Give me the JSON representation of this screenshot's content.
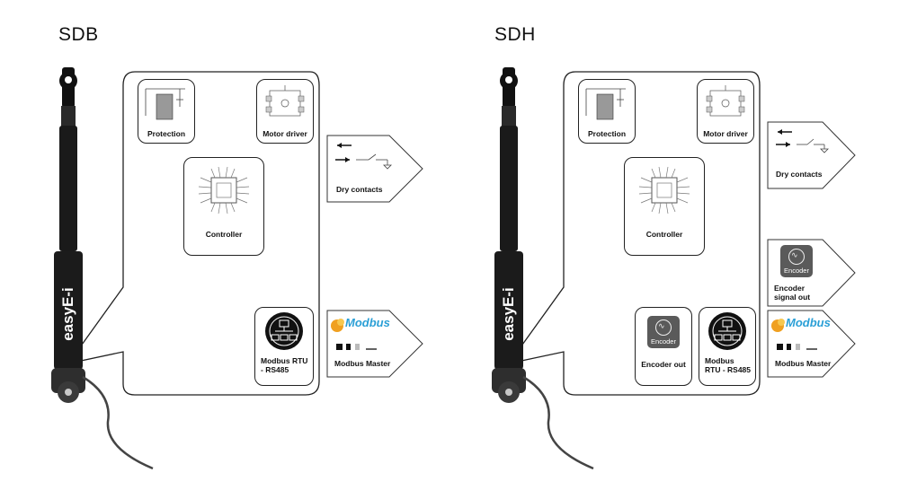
{
  "panels": [
    {
      "title": "SDB",
      "actuator_label": "easyE-i",
      "blocks": {
        "protection": "Protection",
        "motor_driver": "Motor driver",
        "controller": "Controller",
        "modbus_rtu": "Modbus RTU - RS485"
      },
      "outputs": {
        "dry_contacts": "Dry contacts",
        "modbus_logo": "Modbus",
        "modbus_master": "Modbus Master"
      }
    },
    {
      "title": "SDH",
      "actuator_label": "easyE-i",
      "blocks": {
        "protection": "Protection",
        "motor_driver": "Motor driver",
        "controller": "Controller",
        "encoder_out": "Encoder out",
        "encoder_icon_text": "Encoder",
        "modbus_rtu": "Modbus RTU - RS485"
      },
      "outputs": {
        "dry_contacts": "Dry contacts",
        "encoder_icon_text": "Encoder",
        "encoder_signal_out": "Encoder signal out",
        "modbus_logo": "Modbus",
        "modbus_master": "Modbus Master"
      }
    }
  ],
  "colors": {
    "actuator_body": "#1a1a1a",
    "modbus_blue": "#2a9fd6",
    "modbus_orange": "#f0a020",
    "encoder_grey": "#5a5a5a"
  },
  "icons": [
    "protection-circuit-icon",
    "motor-driver-circuit-icon",
    "controller-chip-icon",
    "modbus-rtu-icon",
    "encoder-icon",
    "dry-contacts-icon",
    "modbus-logo-icon"
  ]
}
